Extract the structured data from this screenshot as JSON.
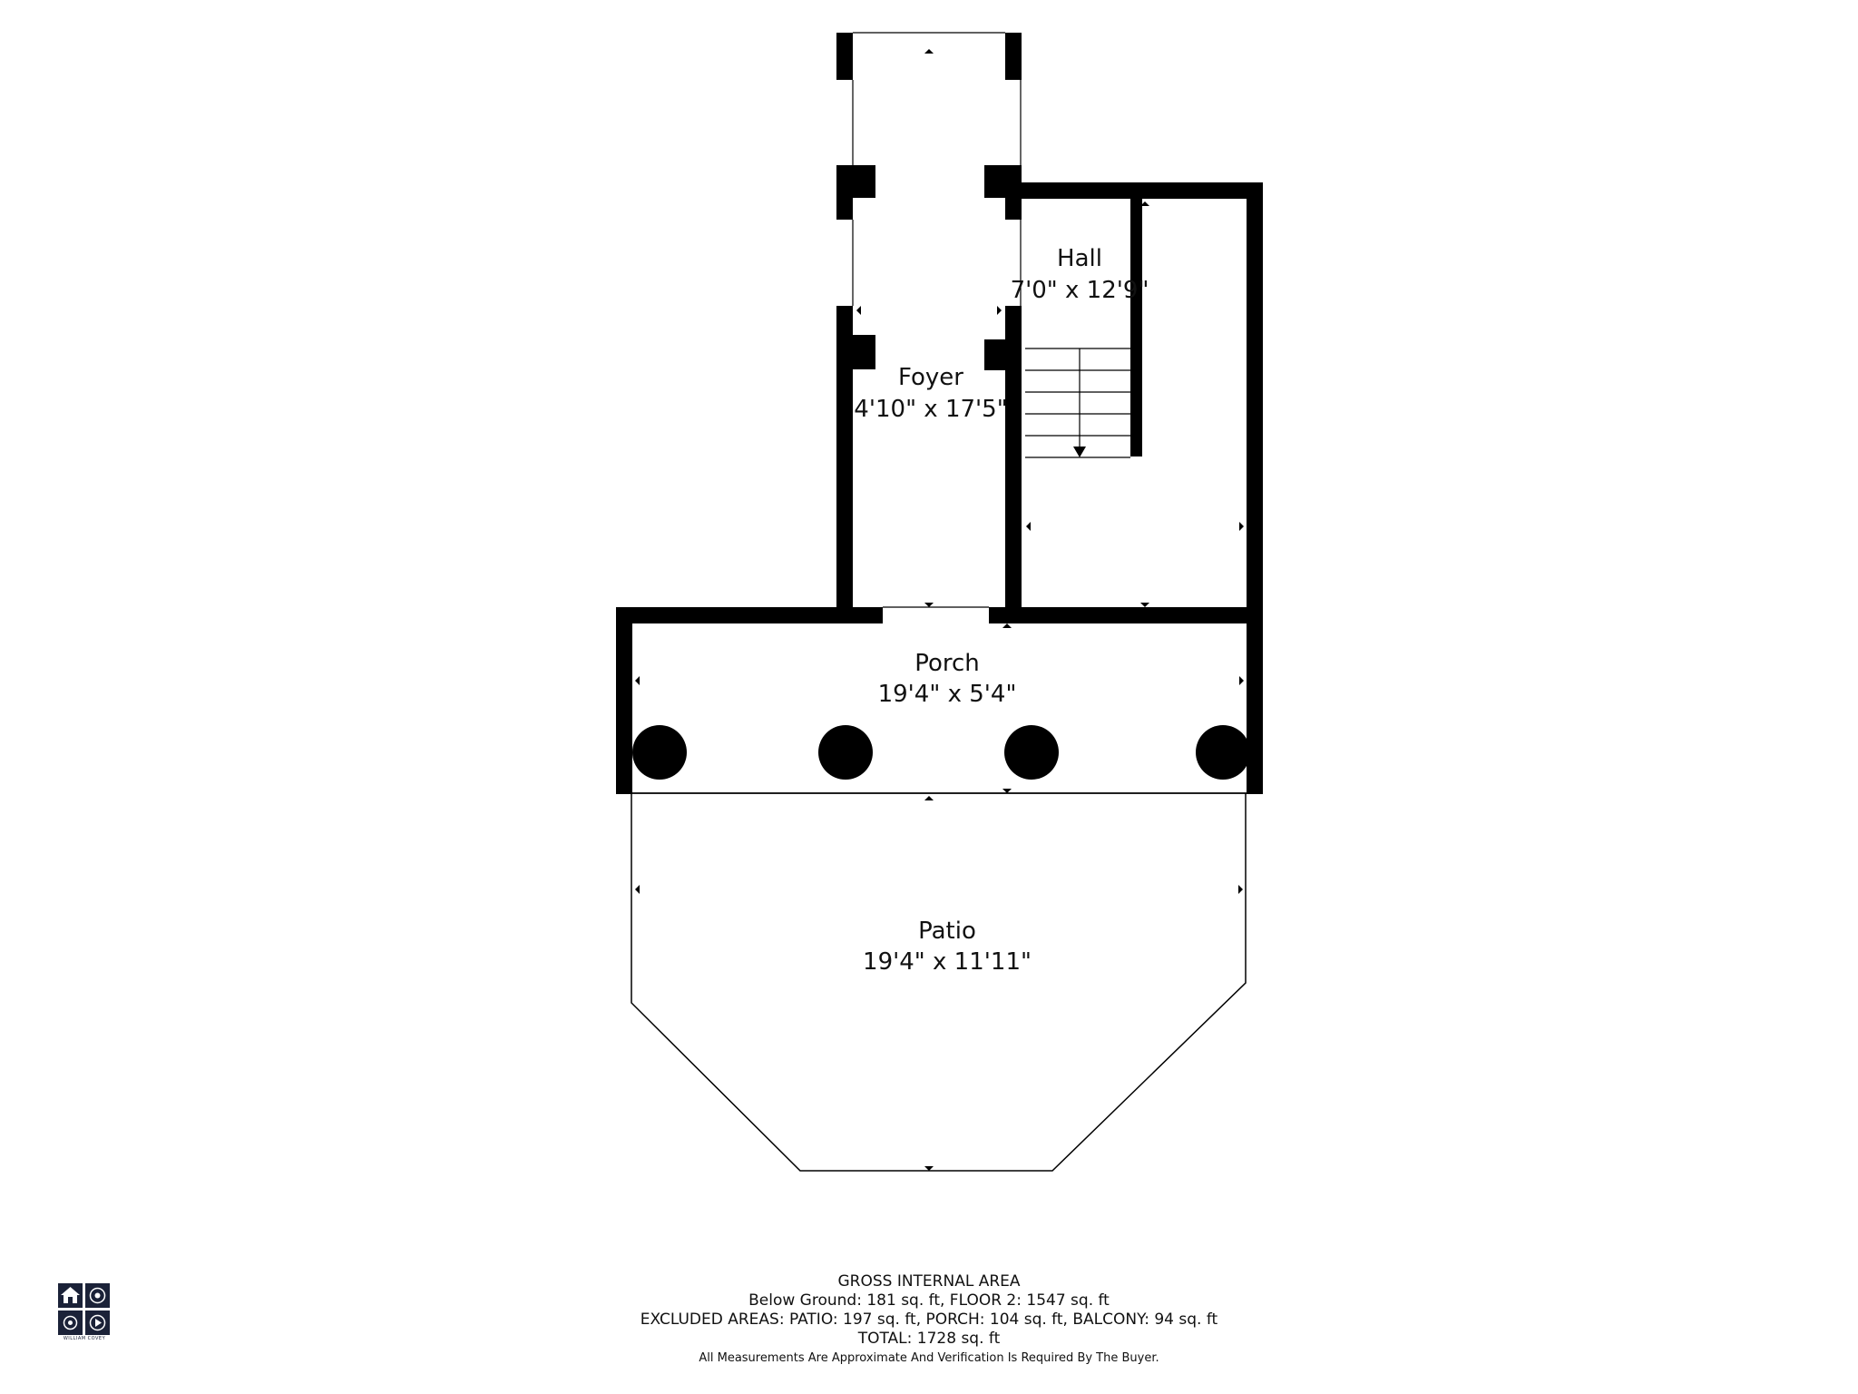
{
  "rooms": {
    "hall": {
      "name": "Hall",
      "dims": "7'0\" x 12'9\""
    },
    "foyer": {
      "name": "Foyer",
      "dims": "4'10\" x 17'5\""
    },
    "porch": {
      "name": "Porch",
      "dims": "19'4\" x 5'4\""
    },
    "patio": {
      "name": "Patio",
      "dims": "19'4\" x 11'11\""
    }
  },
  "area_summary": {
    "heading": "GROSS INTERNAL AREA",
    "line1": "Below Ground: 181 sq. ft, FLOOR 2: 1547 sq. ft",
    "line2": "EXCLUDED AREAS: PATIO: 197 sq. ft, PORCH: 104 sq. ft, BALCONY: 94 sq. ft",
    "line3": "TOTAL: 1728 sq. ft",
    "disclaimer": "All Measurements Are Approximate And Verification Is Required By The Buyer."
  },
  "logo": {
    "text": "WILLIAM COVEY",
    "color": "#1b2238",
    "icons": [
      "house-icon",
      "camera-icon",
      "target-icon",
      "play-icon"
    ]
  },
  "colors": {
    "wall": "#000000",
    "background": "#ffffff"
  }
}
